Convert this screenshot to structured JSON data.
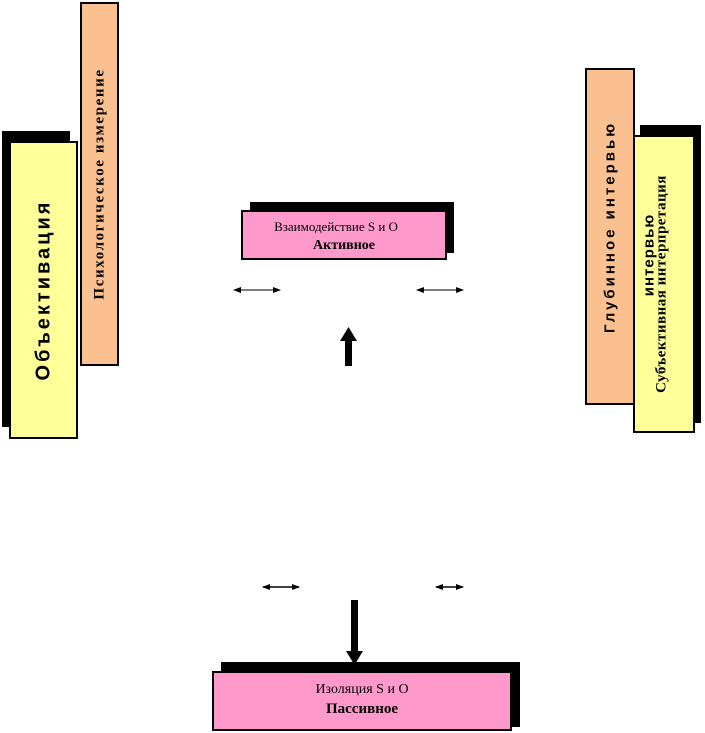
{
  "left": {
    "outer_label": "Объективация",
    "inner_label": "Психологическое измерение"
  },
  "right": {
    "back_label": "Глубинное интервью",
    "back_label_extra": "интервью",
    "front_label": "Субъективная интерпретация"
  },
  "top_node": {
    "line1": "Взаимодействие S и О",
    "line2": "Активное"
  },
  "bottom_node": {
    "line1": "Изоляция S и О",
    "line2": "Пассивное"
  },
  "colors": {
    "peach": "#fac090",
    "yellow": "#ffff99",
    "pink": "#ff99cc",
    "shadow": "#000000"
  }
}
